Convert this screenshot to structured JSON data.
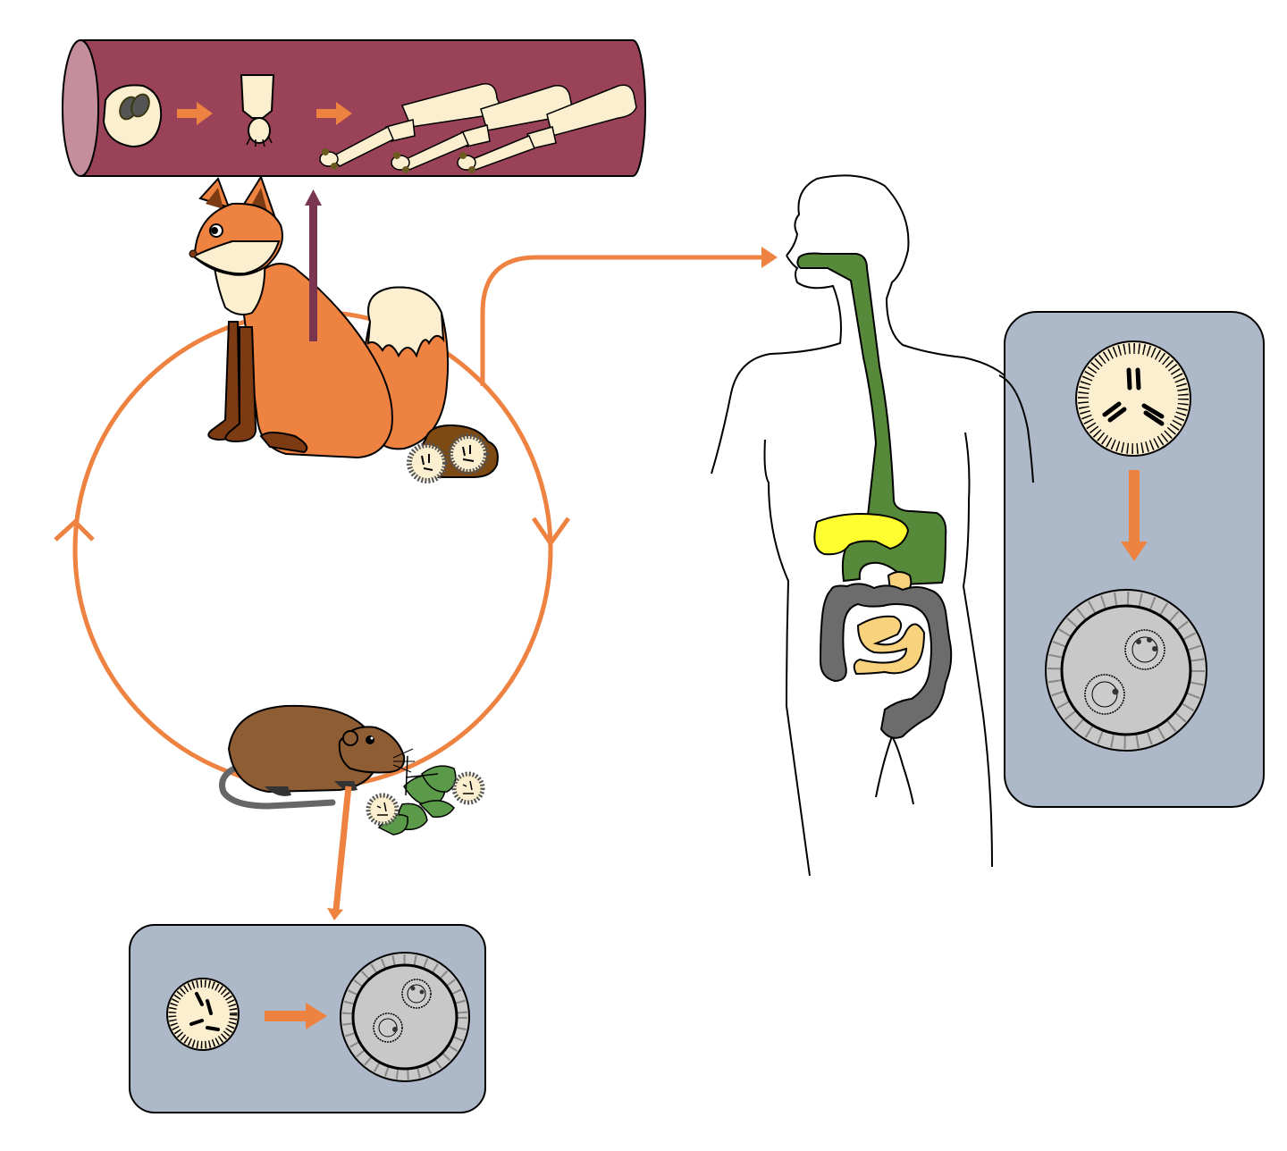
{
  "diagram": {
    "kind": "parasite life cycle",
    "nodes": [
      {
        "id": "intestine",
        "icon": "intestine-segment-icon"
      },
      {
        "id": "fox",
        "icon": "fox-icon"
      },
      {
        "id": "feces",
        "icon": "feces-with-eggs-icon"
      },
      {
        "id": "rodent",
        "icon": "rodent-icon"
      },
      {
        "id": "leaves",
        "icon": "leaves-with-eggs-icon"
      },
      {
        "id": "human",
        "icon": "human-body-icon"
      },
      {
        "id": "rodent-panel",
        "icon": "egg-to-cyst-panel-icon"
      },
      {
        "id": "human-panel",
        "icon": "egg-to-cyst-panel-icon"
      }
    ],
    "edges": [
      {
        "from": "fox",
        "to": "intestine"
      },
      {
        "from": "fox",
        "to": "rodent"
      },
      {
        "from": "rodent",
        "to": "fox"
      },
      {
        "from": "fox",
        "to": "human"
      },
      {
        "from": "rodent",
        "to": "rodent-panel"
      }
    ]
  },
  "colors": {
    "orange": "#ee8240",
    "intestine": "#9a4257",
    "intestine_light": "#c48e9c",
    "vertical_arrow": "#7a3550",
    "panel": "#adb8c8",
    "egg": "#fcefd0",
    "cyst": "#c8c8c8",
    "gut": "#568a3a",
    "liver": "#ffff30",
    "small_intestine": "#f8d27c",
    "colon": "#6c6c6c",
    "fox_body": "#ee8240",
    "fox_cream": "#fcefd0",
    "fox_dark": "#7d3b14",
    "rodent": "#8f5d34",
    "leaf": "#5a9a48"
  }
}
